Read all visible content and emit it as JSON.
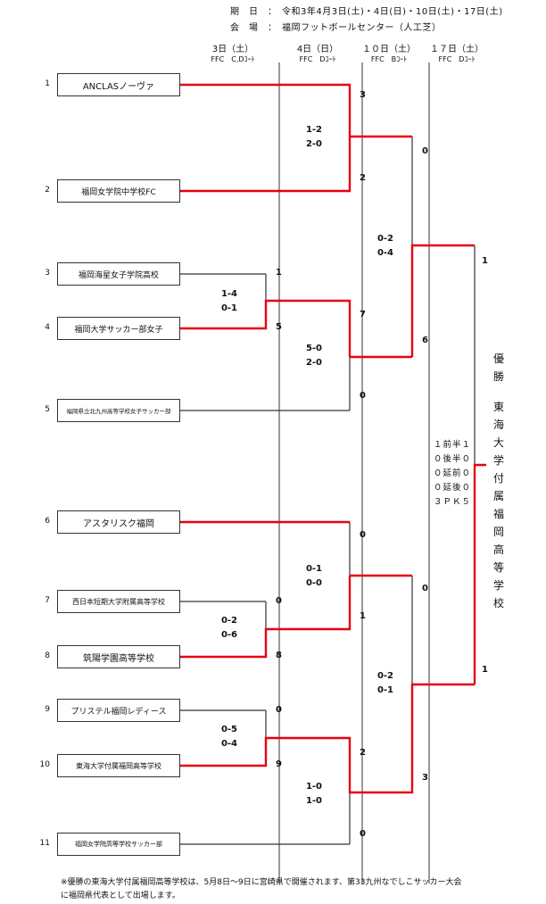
{
  "header": {
    "date_label": "期　日",
    "date_sep": "：",
    "date_value": "令和3年4月3日(土)・4日(日)・10日(土)・17日(土)",
    "venue_label": "会　場",
    "venue_sep": "：",
    "venue_value": "福岡フットボールセンター（人工芝）"
  },
  "rounds": [
    {
      "date": "3日（土）",
      "court": "FFC　C,Dｺｰﾄ"
    },
    {
      "date": "4日（日）",
      "court": "FFC　Dｺｰﾄ"
    },
    {
      "date": "１０日（土）",
      "court": "FFC　Bｺｰﾄ"
    },
    {
      "date": "１７日（土）",
      "court": "FFC　Dｺｰﾄ"
    }
  ],
  "teams": [
    {
      "no": "1",
      "name": "ANCLASノーヴァ"
    },
    {
      "no": "2",
      "name": "福岡女学院中学校FC"
    },
    {
      "no": "3",
      "name": "福岡海星女子学院高校"
    },
    {
      "no": "4",
      "name": "福岡大学サッカー部女子"
    },
    {
      "no": "5",
      "name": "福岡県立北九州高等学校女子サッカー部"
    },
    {
      "no": "6",
      "name": "アスタリスク福岡"
    },
    {
      "no": "7",
      "name": "西日本短期大学附属高等学校"
    },
    {
      "no": "8",
      "name": "筑陽学園高等学校"
    },
    {
      "no": "9",
      "name": "プリステル福岡レディース"
    },
    {
      "no": "10",
      "name": "東海大学付属福岡高等学校"
    },
    {
      "no": "11",
      "name": "福岡女学院高等学校サッカー部"
    }
  ],
  "r1": [
    {
      "top": "1",
      "bottom": "5",
      "h1": "1-4",
      "h2": "0-1"
    },
    {
      "top": "0",
      "bottom": "8",
      "h1": "0-2",
      "h2": "0-6"
    },
    {
      "top": "0",
      "bottom": "9",
      "h1": "0-5",
      "h2": "0-4"
    }
  ],
  "r2": [
    {
      "top": "3",
      "bottom": "2",
      "h1": "1-2",
      "h2": "2-0"
    },
    {
      "top": "7",
      "bottom": "0",
      "h1": "5-0",
      "h2": "2-0"
    },
    {
      "top": "0",
      "bottom": "1",
      "h1": "0-1",
      "h2": "0-0"
    },
    {
      "top": "2",
      "bottom": "0",
      "h1": "1-0",
      "h2": "1-0"
    }
  ],
  "sf": [
    {
      "top": "0",
      "bottom": "6",
      "h1": "0-2",
      "h2": "0-4"
    },
    {
      "top": "0",
      "bottom": "3",
      "h1": "0-2",
      "h2": "0-1"
    }
  ],
  "final": {
    "top": "1",
    "bottom": "1",
    "detail": [
      "１前半１",
      "０後半０",
      "０延前０",
      "０延後０",
      "３ＰＫ５"
    ]
  },
  "champion": {
    "label": "優勝",
    "name": "東海大学付属福岡高等学校"
  },
  "footnote": [
    "※優勝の東海大学付属福岡高等学校は、5月8日～9日に宮崎県で開催されます、第33九州なでしこサッカー大会",
    "に福岡県代表として出場します。"
  ]
}
